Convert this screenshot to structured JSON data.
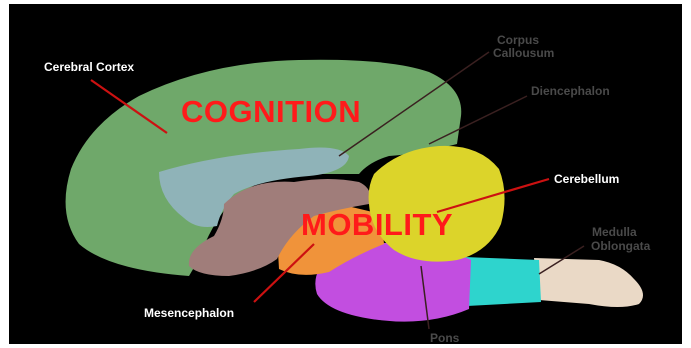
{
  "colors": {
    "background": "#000000",
    "cerebral_cortex": "#6fa86a",
    "corpus_callosum": "#8fb3b8",
    "diencephalon": "#a07d7a",
    "mesencephalon": "#f0933a",
    "cerebellum": "#dcd42a",
    "pons": "#c24ee0",
    "medulla_oblongata": "#2ed4cd",
    "spinal_cord": "#ead9c6",
    "pointer_white_label": "#cc1111",
    "pointer_dark_label": "#3a2020",
    "emphasis_text": "#ff1a1a"
  },
  "labels": {
    "cerebral_cortex": "Cerebral Cortex",
    "corpus_callosum_line1": "Corpus",
    "corpus_callosum_line2": "Callousum",
    "diencephalon": "Diencephalon",
    "cerebellum": "Cerebellum",
    "medulla_line1": "Medulla",
    "medulla_line2": "Oblongata",
    "mesencephalon": "Mesencephalon",
    "pons": "Pons"
  },
  "emphasis": {
    "cognition": "COGNITION",
    "mobility": "MOBILITY"
  }
}
